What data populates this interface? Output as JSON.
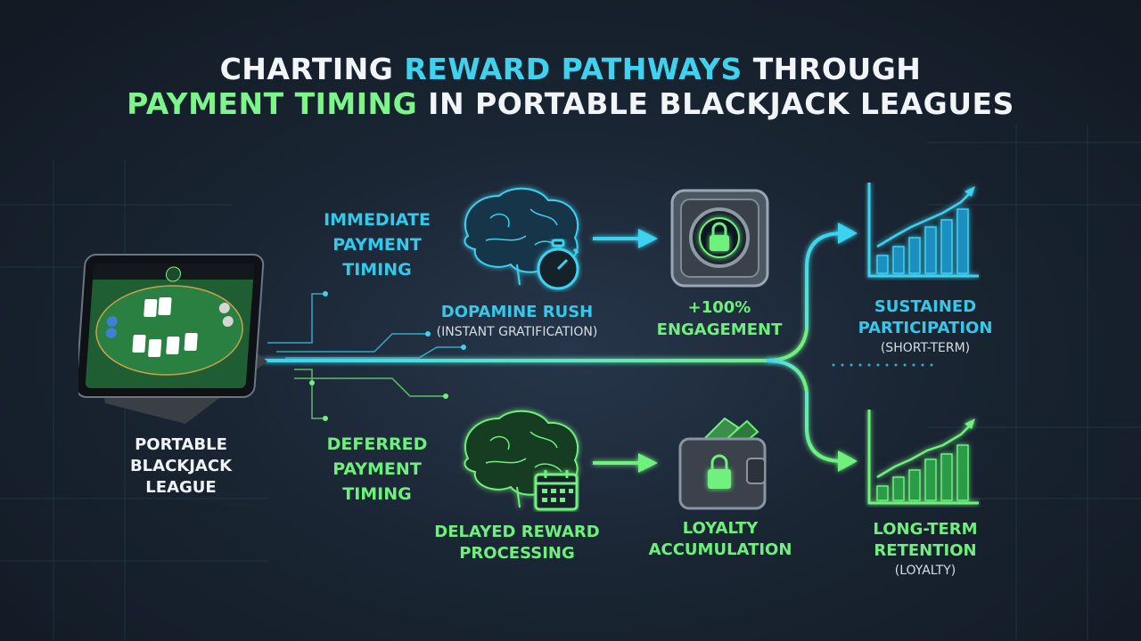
{
  "title": {
    "line1_prefix": "CHARTING ",
    "line1_highlight": "REWARD PATHWAYS",
    "line1_suffix": " THROUGH",
    "line2_highlight": "PAYMENT TIMING",
    "line2_suffix": " IN PORTABLE BLACKJACK LEAGUES"
  },
  "source": {
    "label": "PORTABLE BLACKJACK LEAGUE"
  },
  "immediate": {
    "label": "IMMEDIATE PAYMENT TIMING",
    "brain_label": "DOPAMINE RUSH",
    "brain_sub": "(INSTANT GRATIFICATION)",
    "vault_label": "+100% ENGAGEMENT",
    "outcome_label": "SUSTAINED PARTICIPATION",
    "outcome_sub": "(SHORT-TERM)"
  },
  "deferred": {
    "label": "DEFERRED PAYMENT TIMING",
    "brain_label": "DELAYED REWARD PROCESSING",
    "wallet_label": "LOYALTY ACCUMULATION",
    "outcome_label": "LONG-TERM RETENTION",
    "outcome_sub": "(LOYALTY)"
  },
  "icons": {
    "tablet": "tablet-blackjack-icon",
    "brain_blue": "brain-icon",
    "stopwatch": "stopwatch-icon",
    "vault": "vault-lock-icon",
    "chart_blue": "bar-chart-growth-icon",
    "brain_green": "brain-icon",
    "calendar": "calendar-icon",
    "wallet": "wallet-lock-icon",
    "chart_green": "bar-chart-growth-icon"
  },
  "colors": {
    "accent_blue": "#34c8ea",
    "accent_green": "#6ff07d",
    "background": "#1a2533"
  }
}
